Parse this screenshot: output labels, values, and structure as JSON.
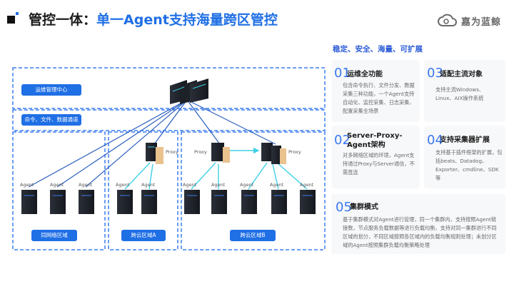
{
  "header": {
    "title_prefix": "管控一体：",
    "title_accent": "单一Agent支持海量跨区管控",
    "logo_text": "嘉为蓝鲸"
  },
  "subtitle": "稳定、安全、海量、可扩展",
  "diagram": {
    "ops_center": "运维管理中心",
    "channel": "命令、文件、数据通道",
    "region_same": "同网络区域",
    "region_a": "跨云区域A",
    "region_b": "跨云区域B",
    "agent_label": "Agent",
    "proxy_label": "Proxy"
  },
  "features": [
    {
      "num": "01",
      "title": "运维全功能",
      "desc": "包含命令执行、文件分发、数据采集三种功能，一个Agent支持自动化、监控采集、日志采集、配置采集全场景"
    },
    {
      "num": "03",
      "title": "适配主流对象",
      "desc": "支持主流Windows、Linux、AIX操作系统"
    },
    {
      "num": "02",
      "title": "Server-Proxy-Agent架构",
      "desc": "对多网络区域的环境，Agent支持通过Proxy与Server通信，不需直连"
    },
    {
      "num": "04",
      "title": "支持采集器扩展",
      "desc": "支持基于插件框架的扩展，包括beats、Datadog、Exporter、cmdline、SDK等"
    },
    {
      "num": "05",
      "title": "集群模式",
      "desc": "基于集群模式对Agent进行管理，同一个集群内，支持按照Agent链接数，节点服务负载数据等进行负载均衡，支持对同一集群进行不同区域的划分，不同区域按照各区域内的负载均衡规则处理；未划分区域的Agent按照集群负载均衡策略处理"
    }
  ],
  "colors": {
    "accent": "#1f6fe5",
    "dashed": "#3c7ef0",
    "card_bg": "#f7f8fa",
    "line": "#2b5fbf",
    "cyan": "#3fd0e8"
  }
}
